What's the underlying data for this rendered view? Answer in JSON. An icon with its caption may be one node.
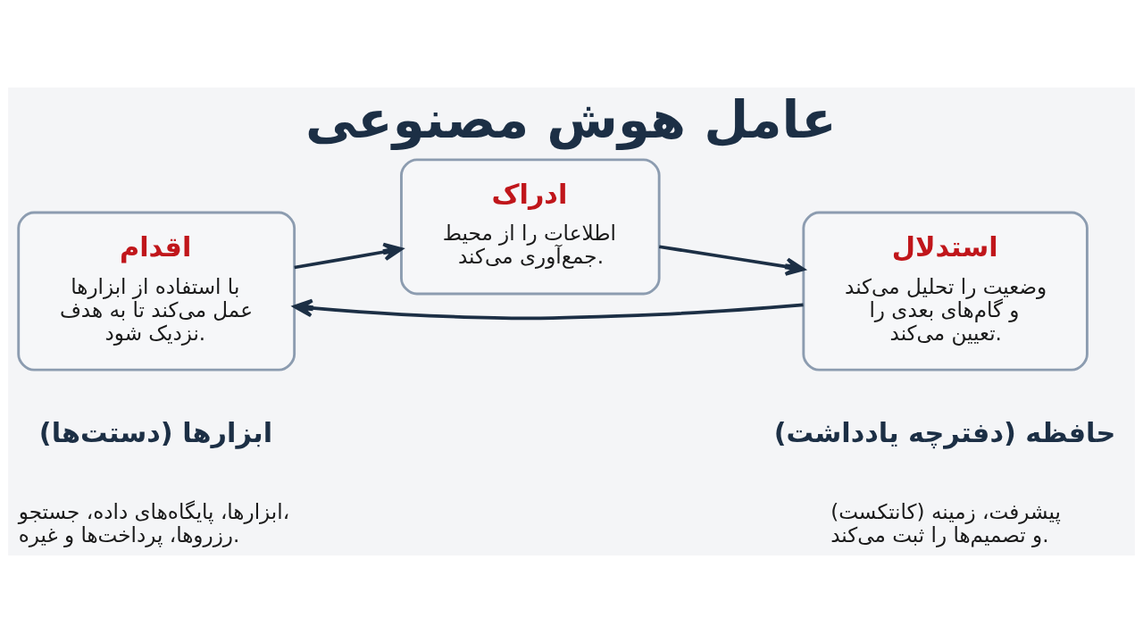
{
  "diagram": {
    "title": "عامل هوش مصنوعی",
    "nodes": [
      {
        "text": [
          "ادراک",
          "اطلاعات را از محیط جمع‌آوری می‌کند."
        ]
      },
      {
        "text": [
          "استدلال",
          "وضعیت را تحلیل می‌کند و گام‌های بعدی را تعیین می‌کند."
        ]
      },
      {
        "text": [
          "اقدام",
          "با استفاده از ابزارها عمل می‌کند تا به هدف نزدیک شود."
        ]
      }
    ],
    "edges": [
      {
        "from": 0,
        "to": 1,
        "arrow": "to"
      },
      {
        "from": 1,
        "to": 2,
        "arrow": "to"
      },
      {
        "from": 2,
        "to": 0,
        "arrow": "to"
      }
    ],
    "labels": [
      "حافظه (دفترچه یادداشت)",
      "پیشرفت، زمینه (کانتکست) و تصمیم‌ها را ثبت می‌کند.",
      "ابزارها (دستت‌ها)",
      "ابزارها، پایگاه‌های داده، جستجو، رزروها، پرداخت‌ها و غیره."
    ]
  }
}
